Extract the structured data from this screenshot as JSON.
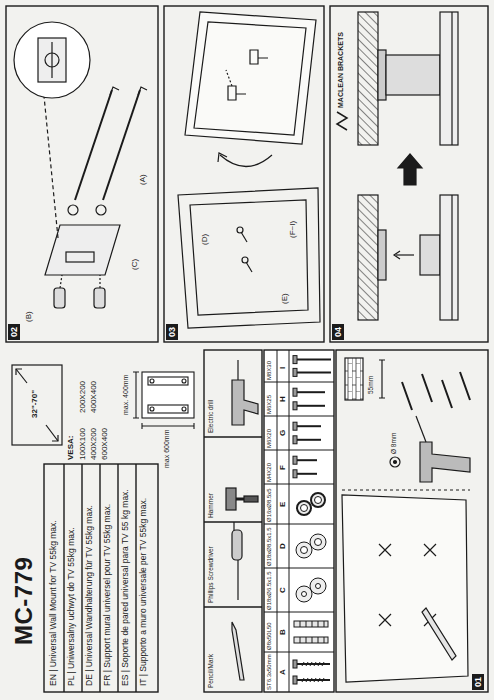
{
  "diagram": {
    "title": "MC-779",
    "labels": [
      "EN | Universal Wall Mount for TV 55kg max.",
      "PL | Uniwersalny uchwyt do TV 55kg max.",
      "DE | Universal Wandhalterung für TV 55kg max.",
      "FR | Support mural universel pour TV 55kg max.",
      "ES | Soporte de pared universal para TV 55 kg max.",
      "IT | Supporto a muro universale per TV 55kg max.",
      "32\"-70\"",
      "max. 400mm",
      "max 600mm",
      "VESA:",
      "100X100",
      "200X200",
      "400X200",
      "400X400",
      "600X400",
      "Pencil/Mark",
      "Phillips Screwdriver",
      "Hammer",
      "Electric drill",
      "A",
      "B",
      "C",
      "D",
      "E",
      "F",
      "G",
      "H",
      "I",
      "ST6.3x50mm",
      "Ø8x50L50",
      "Ø18xØ6.5x1.5",
      "Ø18xØ8.5x1.5",
      "Ø16xØ8.5x5",
      "M4X20",
      "M6X20",
      "M6X25",
      "M8X30",
      "01",
      "02",
      "03",
      "04",
      "(B)",
      "(C)",
      "(A)",
      "(E)",
      "(D)",
      "(F~I)",
      "55mm",
      "Ø 8mm",
      "MACLEAN BRACKETS"
    ]
  }
}
